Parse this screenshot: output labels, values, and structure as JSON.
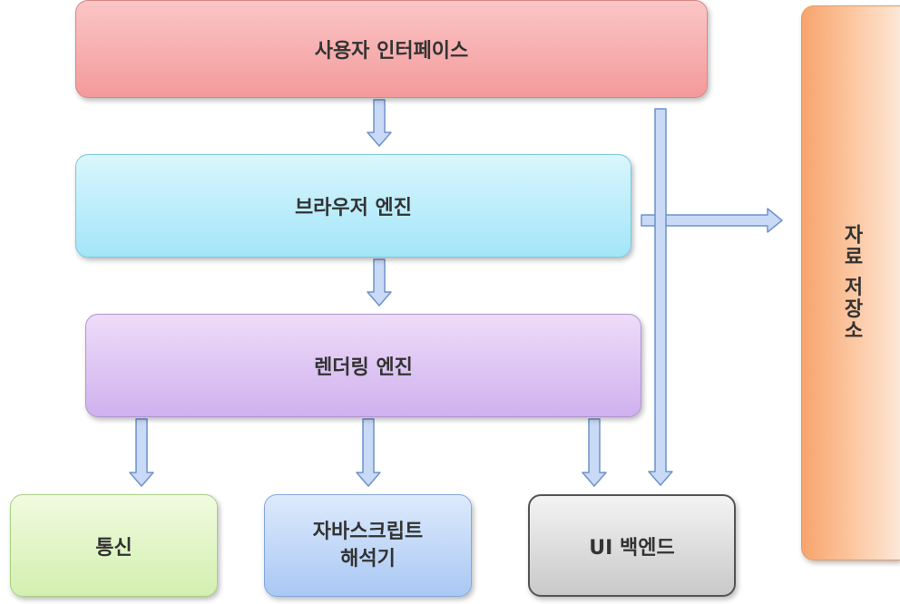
{
  "diagram": {
    "nodes": {
      "user_interface": "사용자 인터페이스",
      "browser_engine": "브라우저 엔진",
      "rendering_engine": "렌더링 엔진",
      "networking": "통신",
      "js_interpreter_line1": "자바스크립트",
      "js_interpreter_line2": "해석기",
      "ui_backend": "UI 백엔드",
      "data_storage": "자료 저장소"
    },
    "colors": {
      "user_interface": "#f5a9aa",
      "browser_engine": "#b9ecfa",
      "rendering_engine": "#dcc4f3",
      "networking": "#e2f5c8",
      "js_interpreter": "#bcd5f7",
      "ui_backend": "#dcdcdc",
      "data_storage": "#fbbf95",
      "arrow_fill": "#c9daf6",
      "arrow_stroke": "#6f92cc"
    },
    "edges": [
      {
        "from": "user_interface",
        "to": "browser_engine"
      },
      {
        "from": "browser_engine",
        "to": "rendering_engine"
      },
      {
        "from": "rendering_engine",
        "to": "networking"
      },
      {
        "from": "rendering_engine",
        "to": "js_interpreter"
      },
      {
        "from": "rendering_engine",
        "to": "ui_backend"
      },
      {
        "from": "user_interface",
        "to": "ui_backend"
      },
      {
        "from": "browser_engine",
        "to": "data_storage"
      }
    ]
  }
}
